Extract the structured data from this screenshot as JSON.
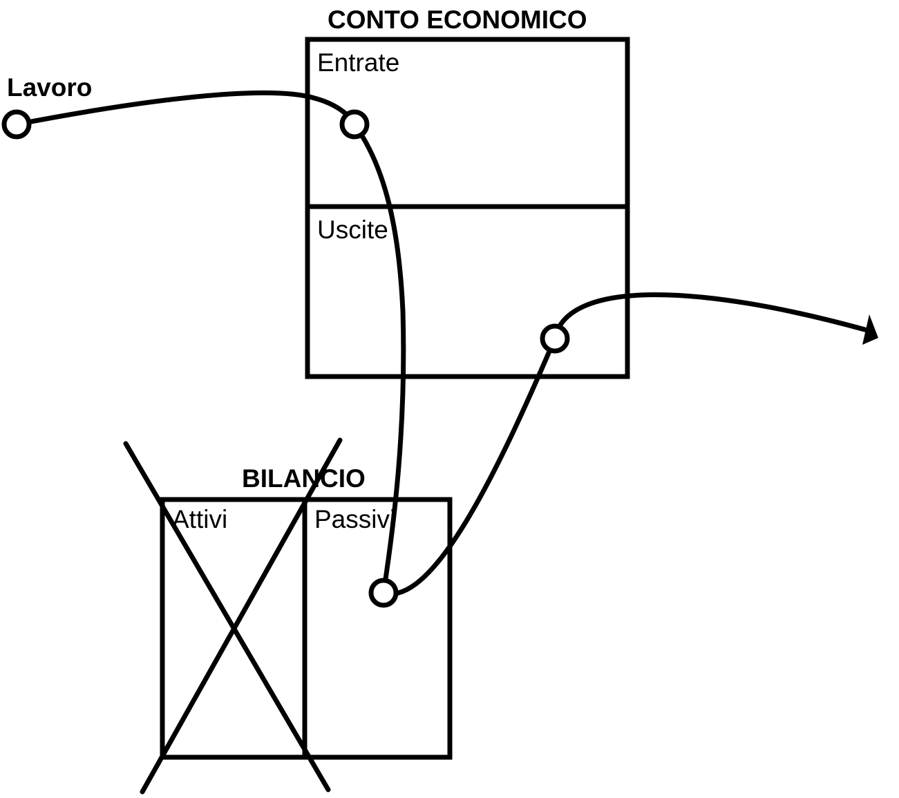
{
  "conto_economico": {
    "title": "CONTO ECONOMICO",
    "sections": {
      "entrate": "Entrate",
      "uscite": "Uscite"
    }
  },
  "lavoro": {
    "label": "Lavoro"
  },
  "bilancio": {
    "title": "BILANCIO",
    "columns": {
      "attivi": "Attivi",
      "passivi": "Passivi"
    },
    "crossed_out_part": "Attivi"
  },
  "colors": {
    "line": "#000000",
    "background": "#ffffff",
    "node_fill": "#ffffff"
  }
}
